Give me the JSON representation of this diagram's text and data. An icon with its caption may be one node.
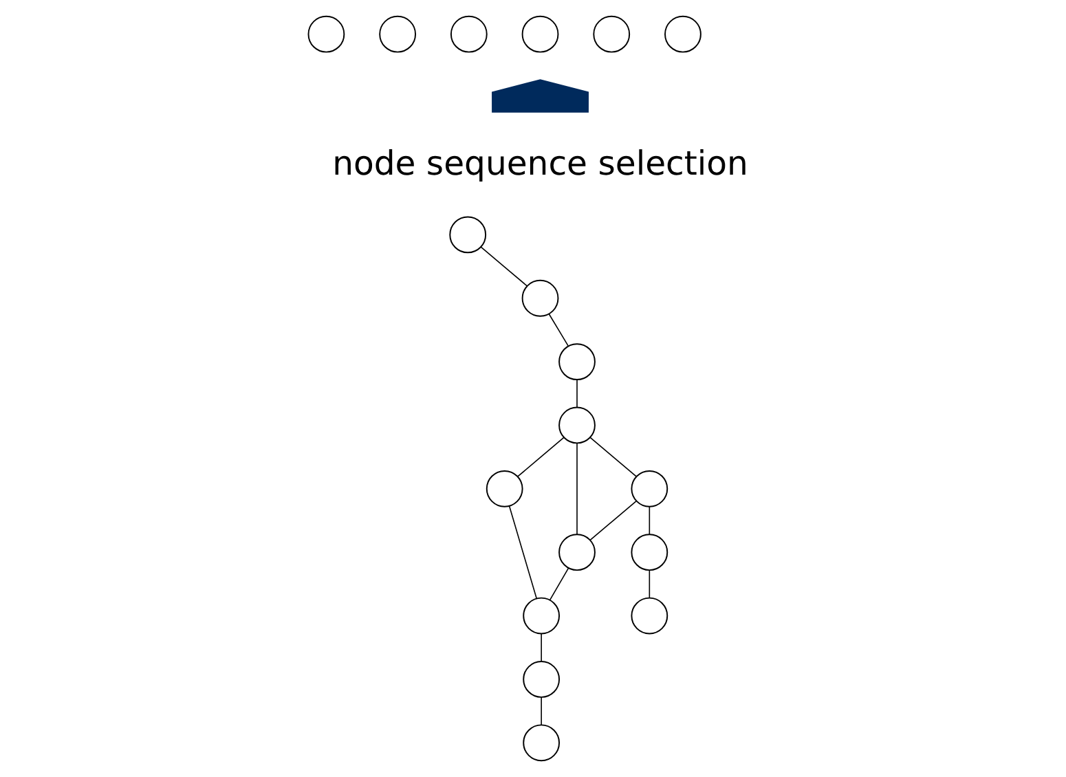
{
  "diagram": {
    "nodes": [
      {
        "text": [],
        "shape": "circle"
      },
      {
        "text": [],
        "shape": "circle"
      },
      {
        "text": [],
        "shape": "circle"
      },
      {
        "text": [],
        "shape": "circle"
      },
      {
        "text": [],
        "shape": "circle"
      },
      {
        "text": [],
        "shape": "circle"
      },
      {
        "text": [],
        "shape": "circle"
      },
      {
        "text": [],
        "shape": "circle"
      },
      {
        "text": [],
        "shape": "circle"
      },
      {
        "text": [],
        "shape": "circle"
      },
      {
        "text": [],
        "shape": "circle"
      },
      {
        "text": [],
        "shape": "circle"
      },
      {
        "text": [],
        "shape": "circle"
      },
      {
        "text": [],
        "shape": "circle"
      },
      {
        "text": [],
        "shape": "circle"
      },
      {
        "text": [],
        "shape": "circle"
      },
      {
        "text": [],
        "shape": "circle"
      },
      {
        "text": [],
        "shape": "circle"
      },
      {
        "text": [],
        "shape": "arrow"
      }
    ],
    "edges": [
      {
        "from": 6,
        "to": 7,
        "arrow": "none"
      },
      {
        "from": 7,
        "to": 8,
        "arrow": "none"
      },
      {
        "from": 8,
        "to": 10,
        "arrow": "none"
      },
      {
        "from": 10,
        "to": 13,
        "arrow": "none"
      },
      {
        "from": 10,
        "to": 11,
        "arrow": "none"
      },
      {
        "from": 13,
        "to": 11,
        "arrow": "none"
      },
      {
        "from": 13,
        "to": 14,
        "arrow": "none"
      },
      {
        "from": 14,
        "to": 16,
        "arrow": "none"
      },
      {
        "from": 10,
        "to": 9,
        "arrow": "none"
      },
      {
        "from": 11,
        "to": 12,
        "arrow": "none"
      },
      {
        "from": 9,
        "to": 12,
        "arrow": "none"
      },
      {
        "from": 12,
        "to": 15,
        "arrow": "none"
      },
      {
        "from": 15,
        "to": 17,
        "arrow": "none"
      }
    ],
    "labels": [
      "node sequence selection"
    ]
  }
}
